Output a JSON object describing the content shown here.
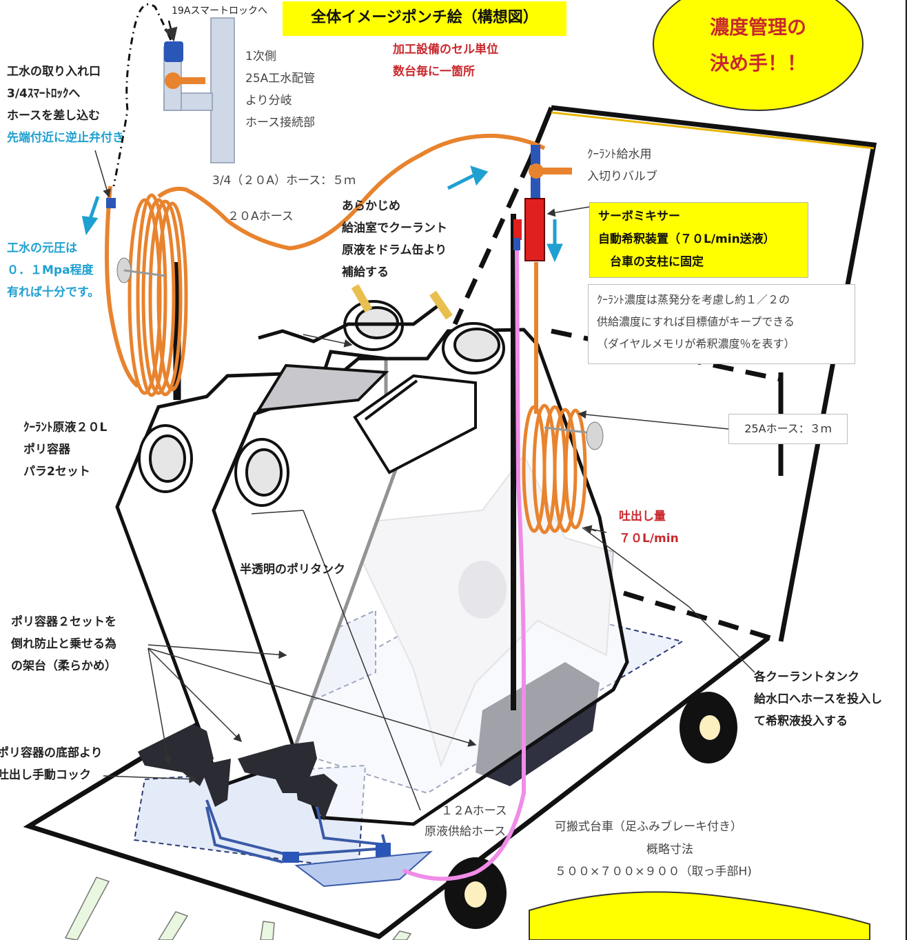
{
  "title": "全体イメージポンチ絵（構想図）",
  "subtitle_red": [
    "加工設備のセル単位",
    "数台毎に一箇所"
  ],
  "bubble": [
    "濃度管理の",
    "決め手！！"
  ],
  "smartlock_label": "19Aスマートロックへ",
  "branch_labels": [
    "1次側",
    "25A工水配管",
    "より分岐",
    "ホース接続部"
  ],
  "intake_labels": [
    "工水の取り入れ口",
    "3/4ｽﾏｰﾄﾛｯｸへ",
    "ホースを差し込む"
  ],
  "check_valve_label": "先端付近に逆止弁付き",
  "pressure_labels": [
    "工水の元圧は",
    "０．１Mpa程度",
    "有れば十分です。"
  ],
  "hose_20a_long": "3/4（２０A）ホース：５ｍ",
  "hose_20a": "２０Aホース",
  "prefill_labels": [
    "あらかじめ",
    "給油室でクーラント",
    "原液をドラム缶より",
    "補給する"
  ],
  "valve_labels": [
    "ｸｰﾗﾝﾄ給水用",
    "入切りバルブ"
  ],
  "mixer_labels": [
    "サーボミキサー",
    "自動希釈装置（７０L/min送液）",
    "　台車の支柱に固定"
  ],
  "concentration_note": [
    "ｸｰﾗﾝﾄ濃度は蒸発分を考慮し約１／２の",
    "供給濃度にすれば目標値がキープできる",
    "（ダイヤルメモリが希釈濃度％を表す）"
  ],
  "hose_25a": "25Aホース：３ｍ",
  "container_labels": [
    "ｸｰﾗﾝﾄ原液２０L",
    "ポリ容器",
    "パラ2セット"
  ],
  "discharge_labels": [
    "吐出し量",
    "７０L/min"
  ],
  "translucent_label": "半透明のポリタンク",
  "stand_labels": [
    "ポリ容器２セットを",
    "倒れ防止と乗せる為",
    "の架台（柔らかめ）"
  ],
  "cock_labels": [
    "ポリ容器の底部より",
    "吐出し手動コック"
  ],
  "tank_inlet_labels": [
    "各クーラントタンク",
    "給水口へホースを投入し",
    "て希釈液投入する"
  ],
  "hose_12a_labels": [
    "１２Aホース",
    "原液供給ホース"
  ],
  "cart_labels": [
    "可搬式台車（足ふみブレーキ付き）",
    "概略寸法",
    "５００×７００×９００（取っ手部H)"
  ],
  "colors": {
    "hose_orange": "#e8832e",
    "hose_pink": "#f08ce8",
    "arrow_blue": "#1fa0d0",
    "highlight_yellow": "#ffff00",
    "text_red": "#c8282d"
  }
}
